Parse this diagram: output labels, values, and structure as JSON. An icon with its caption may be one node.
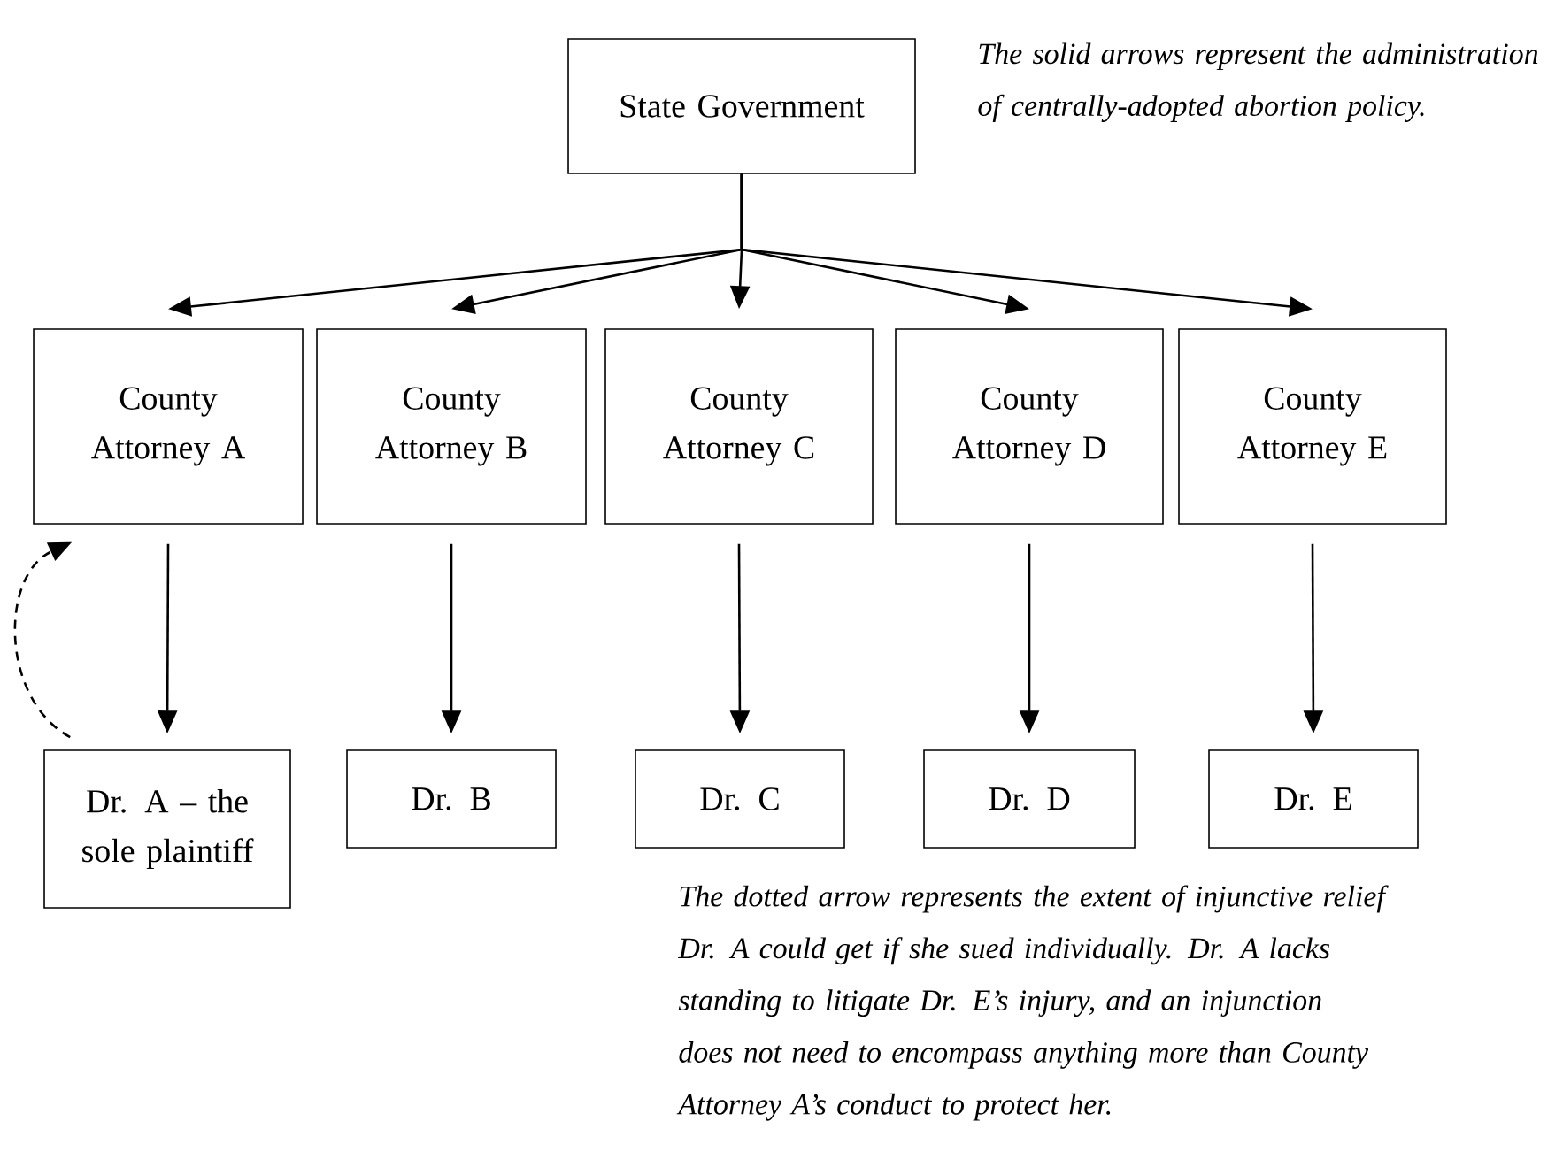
{
  "diagram": {
    "nodes": [
      {
        "text": [
          "State Government"
        ]
      },
      {
        "text": [
          "County Attorney A"
        ]
      },
      {
        "text": [
          "County Attorney B"
        ]
      },
      {
        "text": [
          "County Attorney C"
        ]
      },
      {
        "text": [
          "County Attorney D"
        ]
      },
      {
        "text": [
          "County Attorney E"
        ]
      },
      {
        "text": [
          "Dr. A – the sole plaintiff"
        ]
      },
      {
        "text": [
          "Dr. B"
        ]
      },
      {
        "text": [
          "Dr. C"
        ]
      },
      {
        "text": [
          "Dr. D"
        ]
      },
      {
        "text": [
          "Dr. E"
        ]
      }
    ],
    "edges": [
      {
        "from": 0,
        "to": 1,
        "arrow": "to"
      },
      {
        "from": 0,
        "to": 2,
        "arrow": "to"
      },
      {
        "from": 0,
        "to": 3,
        "arrow": "to"
      },
      {
        "from": 0,
        "to": 4,
        "arrow": "to"
      },
      {
        "from": 0,
        "to": 5,
        "arrow": "to"
      },
      {
        "from": 1,
        "to": 6,
        "arrow": "to"
      },
      {
        "from": 2,
        "to": 7,
        "arrow": "to"
      },
      {
        "from": 3,
        "to": 8,
        "arrow": "to"
      },
      {
        "from": 4,
        "to": 9,
        "arrow": "to"
      },
      {
        "from": 5,
        "to": 10,
        "arrow": "to"
      },
      {
        "from": 6,
        "to": 1,
        "arrow": "to",
        "style": "dashed"
      }
    ],
    "labels": [
      "The solid arrows represent the administration of centrally-adopted abortion policy.",
      "The dotted arrow represents the extent of injunctive relief Dr. A could get if she sued individually.  Dr. A lacks standing to litigate Dr. E’s injury, and an injunction does not need to encompass anything more than County Attorney A’s conduct to protect her."
    ]
  }
}
